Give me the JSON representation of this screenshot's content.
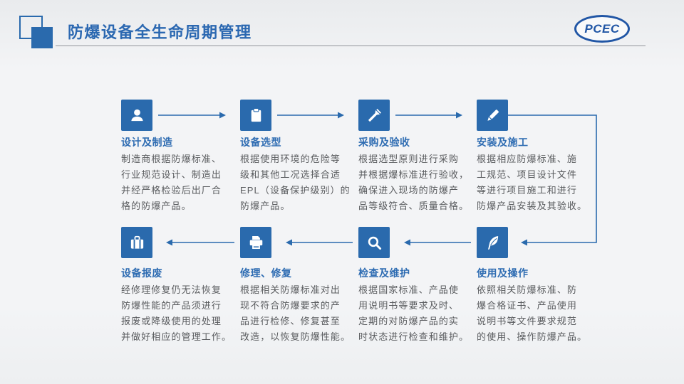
{
  "slide": {
    "title": "防爆设备全生命周期管理",
    "logo_text": "PCEC"
  },
  "colors": {
    "accent_blue": "#2a6aad",
    "heading_blue": "#2b68b1",
    "node_title_blue": "#2e6cb2",
    "body_text_gray": "#595b5e",
    "logo_blue": "#2156a5",
    "background": "#f3f4f6"
  },
  "flow": {
    "top_row": [
      {
        "icon": "user-icon",
        "title": "设计及制造",
        "desc": "制造商根据防爆标准、\n行业规范设计、制造出\n并经严格检验后出厂合\n格的防爆产品。"
      },
      {
        "icon": "clipboard-icon",
        "title": "设备选型",
        "desc": "根据使用环境的危险等\n级和其他工况选择合适\nEPL（设备保护级别）的\n防爆产品。"
      },
      {
        "icon": "flashlight-icon",
        "title": "采购及验收",
        "desc": "根据选型原则进行采购\n并根据爆标准进行验收，\n确保进入现场的防爆产\n品等级符合、质量合格。"
      },
      {
        "icon": "pencil-icon",
        "title": "安装及施工",
        "desc": "根据相应防爆标准、施\n工规范、项目设计文件\n等进行项目施工和进行\n防爆产品安装及其验收。"
      }
    ],
    "bottom_row": [
      {
        "icon": "suitcase-icon",
        "title": "设备报废",
        "desc": "经修理修复仍无法恢复\n防爆性能的产品须进行\n报废或降级使用的处理\n并做好相应的管理工作。"
      },
      {
        "icon": "printer-icon",
        "title": "修理、修复",
        "desc": "根据相关防爆标准对出\n现不符合防爆要求的产\n品进行检修、修复甚至\n改造，以恢复防爆性能。"
      },
      {
        "icon": "search-icon",
        "title": "检查及维护",
        "desc": "根据国家标准、产品使\n用说明书等要求及时、\n定期的对防爆产品的实\n时状态进行检查和维护。"
      },
      {
        "icon": "feather-icon",
        "title": "使用及操作",
        "desc": "依照相关防爆标准、防\n爆合格证书、产品使用\n说明书等文件要求规范\n的使用、操作防爆产品。"
      }
    ]
  }
}
